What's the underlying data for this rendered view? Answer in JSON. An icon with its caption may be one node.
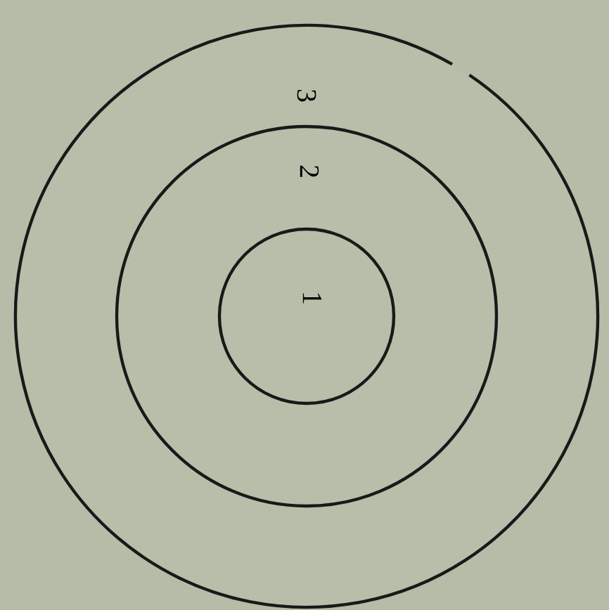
{
  "diagram": {
    "nodes": [
      {
        "text": [
          "3"
        ]
      },
      {
        "text": [
          "2"
        ],
        "in": 0
      },
      {
        "text": [
          "1"
        ],
        "in": 1
      }
    ]
  }
}
